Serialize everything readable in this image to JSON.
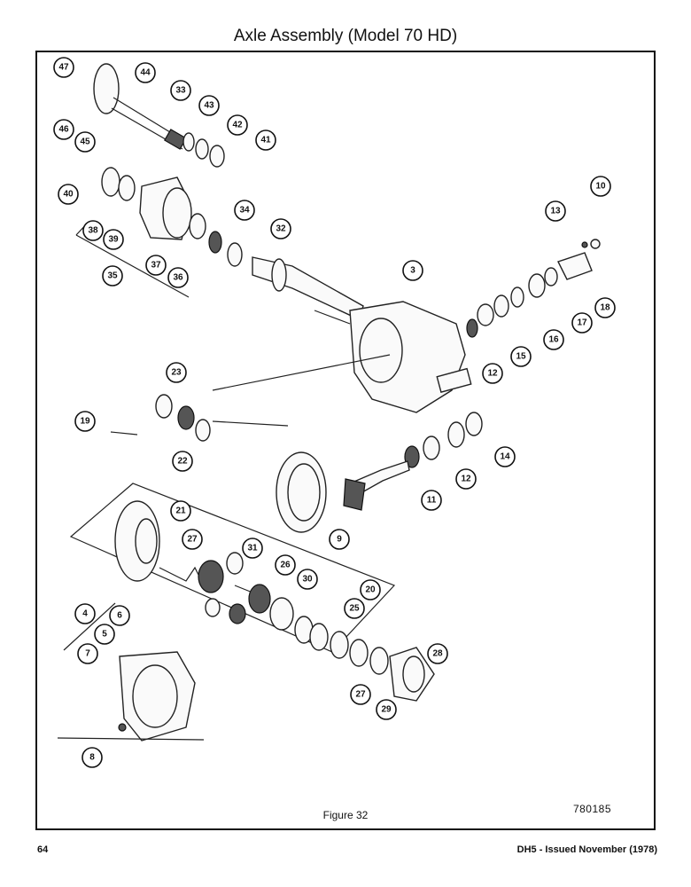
{
  "page": {
    "title": "Axle Assembly (Model 70 HD)",
    "figure_caption": "Figure 32",
    "figure_code": "780185",
    "page_number": "64",
    "document_ref": "DH5 - Issued November (1978)"
  },
  "callouts": [
    "47",
    "44",
    "33",
    "43",
    "42",
    "41",
    "46",
    "45",
    "40",
    "38",
    "39",
    "35",
    "37",
    "36",
    "34",
    "32",
    "10",
    "13",
    "3",
    "18",
    "17",
    "16",
    "15",
    "12",
    "23",
    "19",
    "22",
    "14",
    "12b",
    "11",
    "9",
    "21",
    "27",
    "31",
    "26",
    "30",
    "20",
    "25",
    "4",
    "6",
    "5",
    "7",
    "28",
    "27b",
    "29",
    "8"
  ],
  "callout_labels": {
    "47": "47",
    "44": "44",
    "33": "33",
    "43": "43",
    "42": "42",
    "41": "41",
    "46": "46",
    "45": "45",
    "40": "40",
    "38": "38",
    "39": "39",
    "35": "35",
    "37": "37",
    "36": "36",
    "34": "34",
    "32": "32",
    "10": "10",
    "13": "13",
    "3": "3",
    "18": "18",
    "17": "17",
    "16": "16",
    "15": "15",
    "12": "12",
    "23": "23",
    "19": "19",
    "22": "22",
    "14": "14",
    "12b": "12",
    "11": "11",
    "9": "9",
    "21": "21",
    "27": "27",
    "31": "31",
    "26": "26",
    "30": "30",
    "20": "20",
    "25": "25",
    "4": "4",
    "6": "6",
    "5": "5",
    "7": "7",
    "28": "28",
    "27b": "27",
    "29": "29",
    "8": "8"
  }
}
